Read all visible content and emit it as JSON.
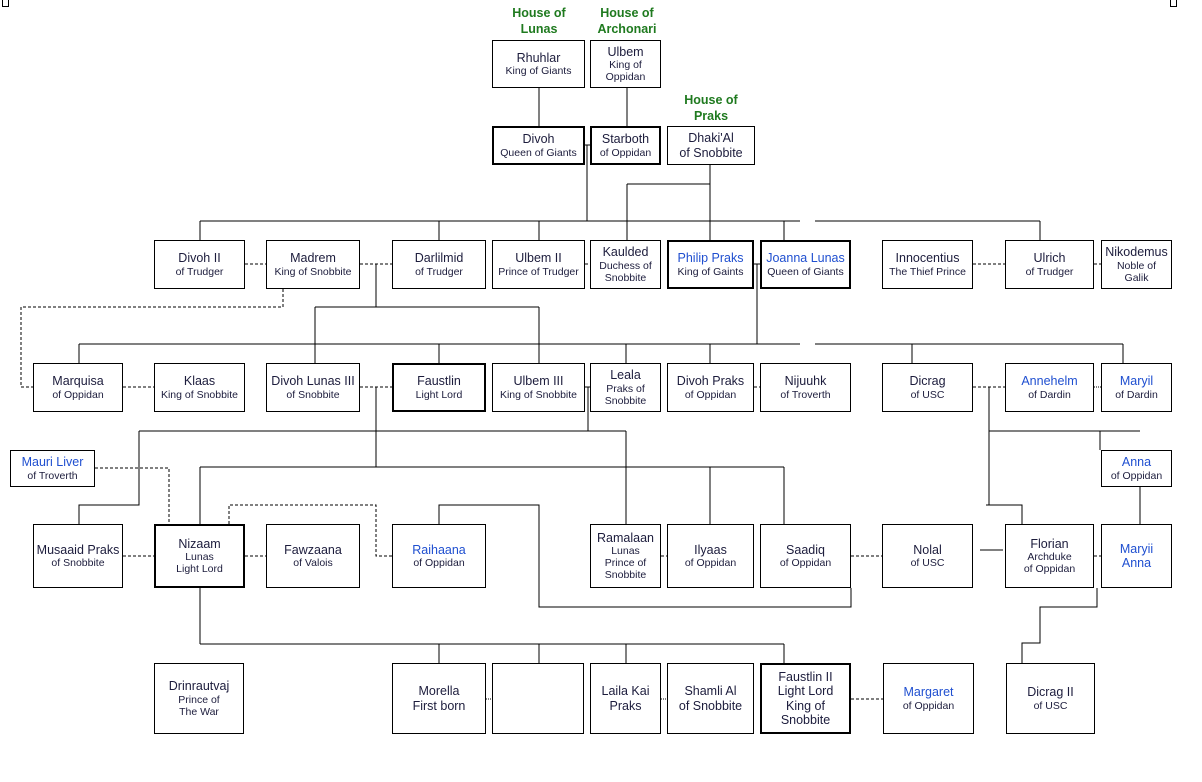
{
  "houses": [
    {
      "id": "lunas",
      "line1": "House of",
      "line2": "Lunas"
    },
    {
      "id": "archonari",
      "line1": "House of",
      "line2": "Archonari"
    },
    {
      "id": "praks",
      "line1": "House of",
      "line2": "Praks"
    }
  ],
  "colors": {
    "house": "#1f7a1f",
    "name": "#1c1c3c",
    "name_blue": "#1f4fd0"
  },
  "people": [
    {
      "id": "rhuhlar",
      "name": "Rhuhlar",
      "title": [
        "King of Giants"
      ]
    },
    {
      "id": "ulbem",
      "name": "Ulbem",
      "title": [
        "King of",
        "Oppidan"
      ]
    },
    {
      "id": "divoh",
      "name": "Divoh",
      "title": [
        "Queen of Giants"
      ]
    },
    {
      "id": "starboth",
      "name": "Starboth",
      "title": [
        "of Oppidan"
      ]
    },
    {
      "id": "dhakial",
      "name": "Dhaki'Al",
      "title": [
        "of Snobbite"
      ],
      "big": true
    },
    {
      "id": "divoh2",
      "name": "Divoh II",
      "title": [
        "of Trudger"
      ]
    },
    {
      "id": "madrem",
      "name": "Madrem",
      "title": [
        "King of Snobbite"
      ]
    },
    {
      "id": "darlilmid",
      "name": "Darlilmid",
      "title": [
        "of Trudger"
      ]
    },
    {
      "id": "ulbem2",
      "name": "Ulbem II",
      "title": [
        "Prince of Trudger"
      ]
    },
    {
      "id": "kaulded",
      "name": "Kaulded",
      "title": [
        "Duchess of",
        "Snobbite"
      ]
    },
    {
      "id": "philip",
      "name": "Philip Praks",
      "title": [
        "King of Gaints"
      ],
      "blue": true
    },
    {
      "id": "joanna",
      "name": "Joanna Lunas",
      "title": [
        "Queen of Giants"
      ],
      "blue": true
    },
    {
      "id": "innocentius",
      "name": "Innocentius",
      "title": [
        "The Thief Prince"
      ]
    },
    {
      "id": "ulrich",
      "name": "Ulrich",
      "title": [
        "of Trudger"
      ]
    },
    {
      "id": "nikodemus",
      "name": "Nikodemus",
      "title": [
        "Noble of",
        "Galik"
      ]
    },
    {
      "id": "marquisa",
      "name": "Marquisa",
      "title": [
        "of Oppidan"
      ]
    },
    {
      "id": "klaas",
      "name": "Klaas",
      "title": [
        "King of Snobbite"
      ]
    },
    {
      "id": "divoh3",
      "name": "Divoh Lunas III",
      "title": [
        "of Snobbite"
      ]
    },
    {
      "id": "faustlin",
      "name": "Faustlin",
      "title": [
        "Light Lord"
      ]
    },
    {
      "id": "ulbem3",
      "name": "Ulbem III",
      "title": [
        "King of Snobbite"
      ]
    },
    {
      "id": "leala",
      "name": "Leala",
      "title": [
        "Praks of",
        "Snobbite"
      ]
    },
    {
      "id": "divohpraks",
      "name": "Divoh Praks",
      "title": [
        "of Oppidan"
      ]
    },
    {
      "id": "nijuuhk",
      "name": "Nijuuhk",
      "title": [
        "of Troverth"
      ]
    },
    {
      "id": "dicrag",
      "name": "Dicrag",
      "title": [
        "of USC"
      ]
    },
    {
      "id": "annehelm",
      "name": "Annehelm",
      "title": [
        "of Dardin"
      ],
      "blue": true
    },
    {
      "id": "maryil",
      "name": "Maryil",
      "title": [
        "of Dardin"
      ],
      "blue": true
    },
    {
      "id": "mauri",
      "name": "Mauri Liver",
      "title": [
        "of Troverth"
      ],
      "blue": true
    },
    {
      "id": "anna",
      "name": "Anna",
      "title": [
        "of Oppidan"
      ],
      "blue": true
    },
    {
      "id": "musaaid",
      "name": "Musaaid Praks",
      "title": [
        "of Snobbite"
      ]
    },
    {
      "id": "nizaam",
      "name": "Nizaam",
      "title": [
        "Lunas",
        "Light Lord"
      ]
    },
    {
      "id": "fawzaana",
      "name": "Fawzaana",
      "title": [
        "of Valois"
      ]
    },
    {
      "id": "raihaana",
      "name": "Raihaana",
      "title": [
        "of Oppidan"
      ],
      "blue": true
    },
    {
      "id": "ramalaan",
      "name": "Ramalaan",
      "title": [
        "Lunas",
        "Prince of",
        "Snobbite"
      ]
    },
    {
      "id": "ilyaas",
      "name": "Ilyaas",
      "title": [
        "of Oppidan"
      ]
    },
    {
      "id": "saadiq",
      "name": "Saadiq",
      "title": [
        "of Oppidan"
      ]
    },
    {
      "id": "nolal",
      "name": "Nolal",
      "title": [
        "of USC"
      ]
    },
    {
      "id": "florian",
      "name": "Florian",
      "title": [
        "Archduke",
        "of Oppidan"
      ]
    },
    {
      "id": "maryii",
      "name": "Maryii",
      "title": [
        "Anna"
      ],
      "blue": true,
      "big": true
    },
    {
      "id": "drinrautvaj",
      "name": "Drinrautvaj",
      "title": [
        "Prince of",
        "The War"
      ]
    },
    {
      "id": "morella",
      "name": "Morella",
      "title": [
        "First born"
      ],
      "big": true
    },
    {
      "id": "blank",
      "name": "",
      "title": []
    },
    {
      "id": "laila",
      "name": "Laila Kai",
      "title": [
        "Praks"
      ],
      "big": true
    },
    {
      "id": "shamli",
      "name": "Shamli Al",
      "title": [
        "of Snobbite"
      ],
      "big": true
    },
    {
      "id": "faustlin2",
      "name": "Faustlin II",
      "title": [
        "Light Lord",
        "King of",
        "Snobbite"
      ],
      "big": true
    },
    {
      "id": "margaret",
      "name": "Margaret",
      "title": [
        "of Oppidan"
      ],
      "blue": true
    },
    {
      "id": "dicrag2",
      "name": "Dicrag II",
      "title": [
        "of USC"
      ]
    }
  ]
}
